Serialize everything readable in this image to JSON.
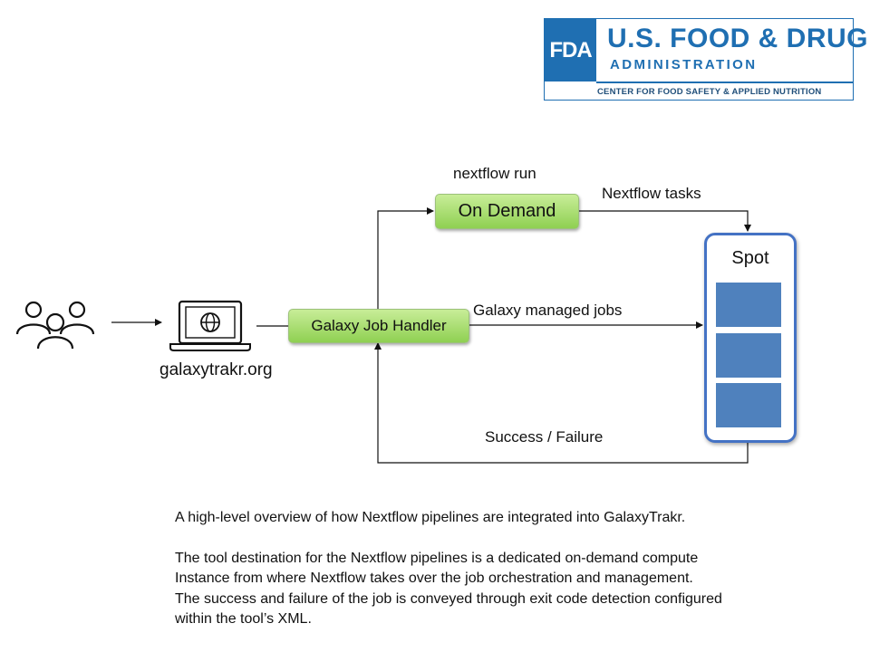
{
  "logo": {
    "mark": "FDA",
    "title": "U.S. FOOD & DRUG",
    "subtitle": "ADMINISTRATION",
    "center": "CENTER FOR FOOD SAFETY & APPLIED NUTRITION"
  },
  "diagram": {
    "website_label": "galaxytrakr.org",
    "job_handler": "Galaxy Job Handler",
    "on_demand": "On Demand",
    "nextflow_run": "nextflow run",
    "nextflow_tasks": "Nextflow tasks",
    "galaxy_jobs": "Galaxy managed jobs",
    "success_failure": "Success / Failure",
    "spot": "Spot"
  },
  "caption": {
    "line1": "A high-level overview of how Nextflow pipelines are integrated into GalaxyTrakr.",
    "line2": "The tool destination for the Nextflow pipelines is a dedicated on-demand compute",
    "line3": "Instance from where Nextflow takes over the job orchestration and management.",
    "line4": "The success and failure of the job is conveyed through exit code detection configured",
    "line5": "within the tool’s XML."
  },
  "colors": {
    "fda_blue": "#1f6fb2",
    "spot_border": "#4472c4",
    "spot_cell": "#4f81bd",
    "green_top": "#c8ed98",
    "green_bottom": "#8fd052"
  }
}
